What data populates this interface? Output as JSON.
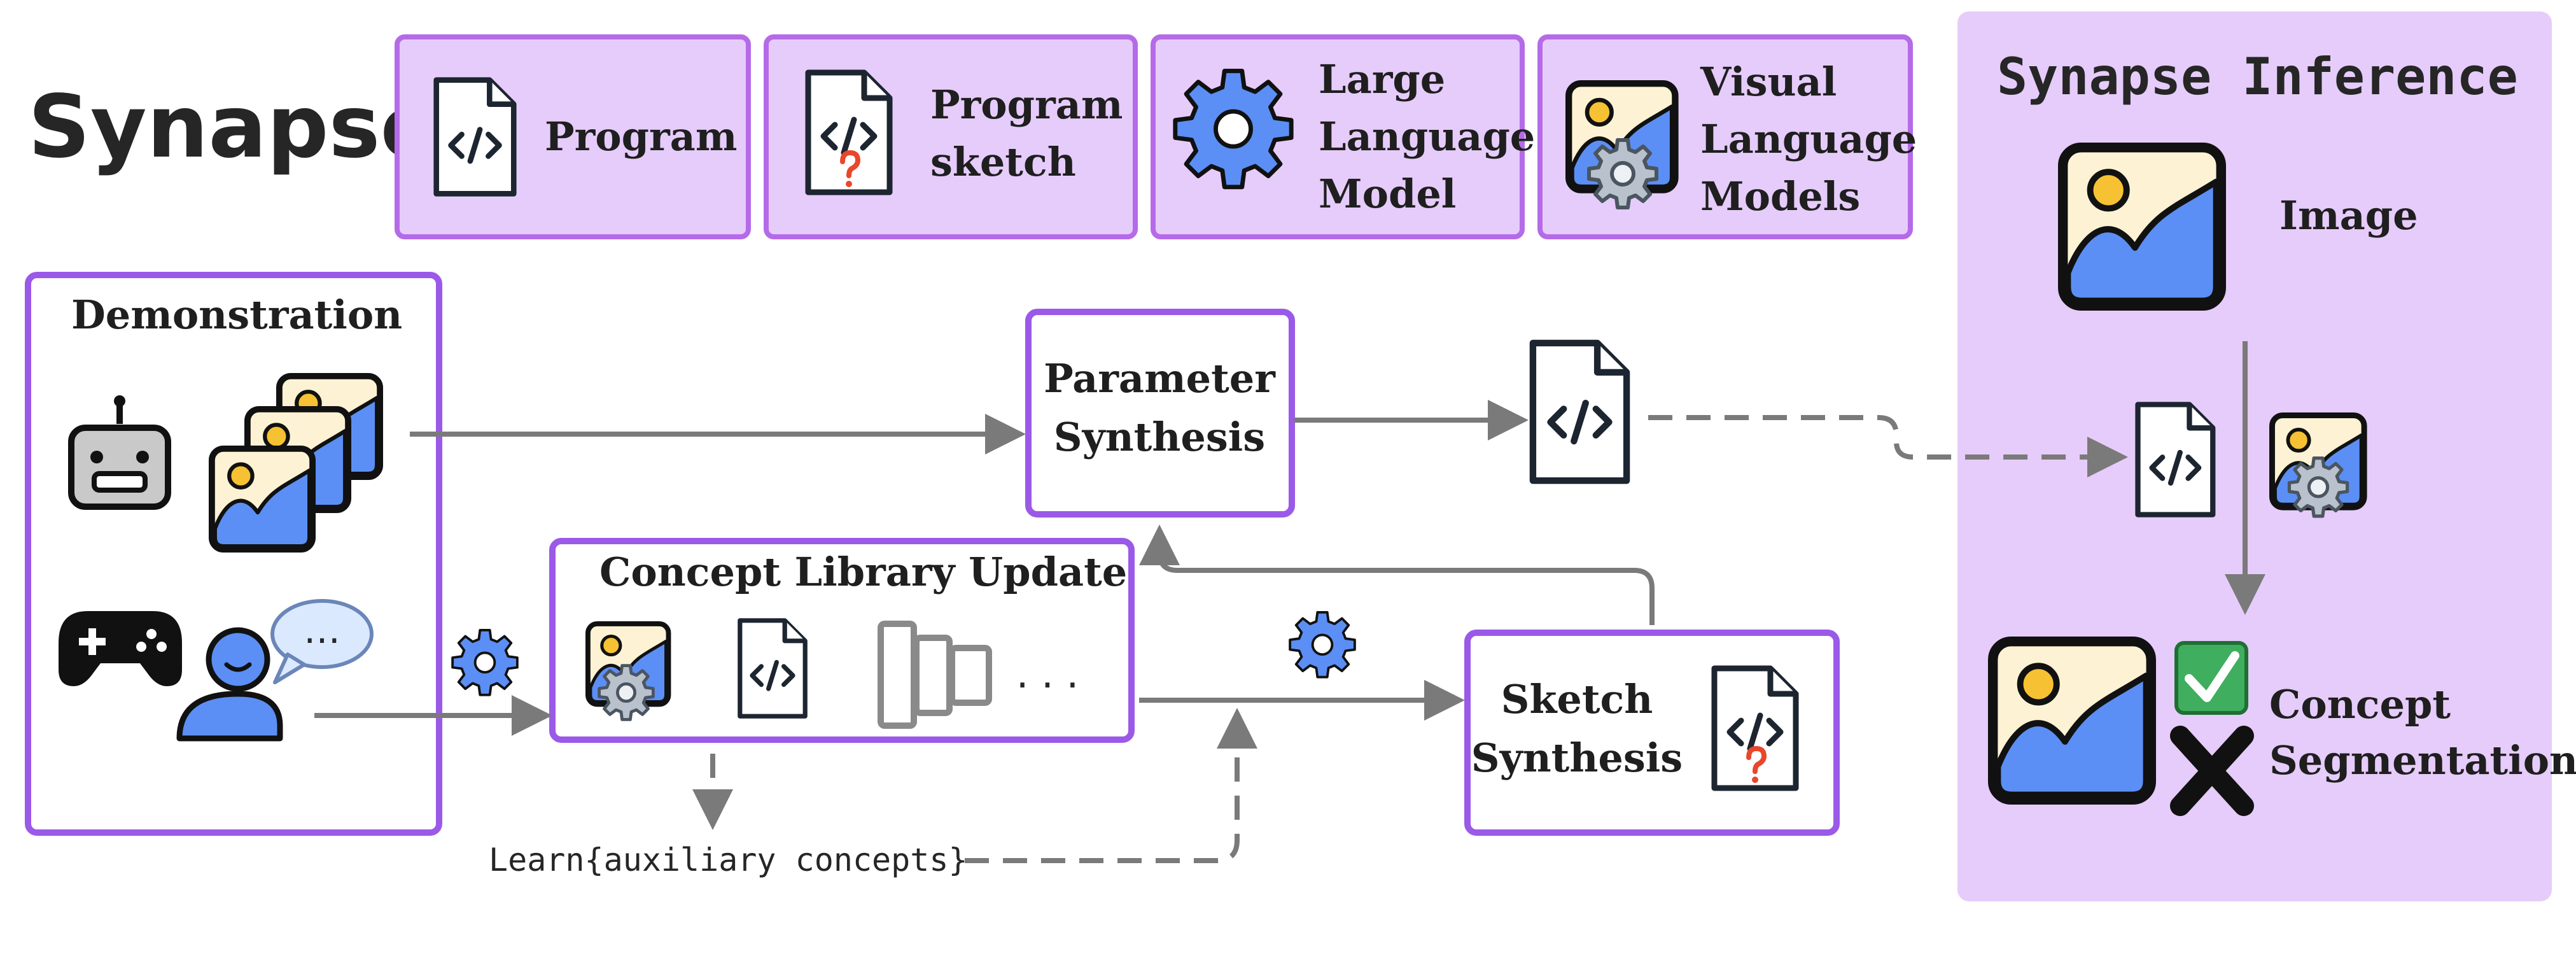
{
  "title": "Synapse",
  "legend": {
    "program": "Program",
    "program_sketch": [
      "Program",
      "sketch"
    ],
    "llm": [
      "Large",
      "Language",
      "Model"
    ],
    "vlm": [
      "Visual",
      "Language",
      "Models"
    ]
  },
  "inference": {
    "heading": "Synapse Inference",
    "image_label": "Image",
    "segmentation_label": [
      "Concept",
      "Segmentation"
    ]
  },
  "demonstration": {
    "heading": "Demonstration"
  },
  "parameter_synthesis": [
    "Parameter",
    "Synthesis"
  ],
  "concept_library": {
    "heading": "Concept Library Update",
    "ellipsis": ". . ."
  },
  "sketch_synthesis": [
    "Sketch",
    "Synthesis"
  ],
  "learn_note": "Learn{auxiliary concepts}",
  "speech_bubble": "…",
  "colors": {
    "panel": "#e6ccfa",
    "node_border": "#9b59e8",
    "arrow": "#7a7a7a",
    "gear": "#5b8ff5",
    "check": "#3fae5e",
    "question": "#e8472b"
  },
  "icons": [
    "program-icon",
    "program-sketch-icon",
    "gear-icon",
    "vlm-icon",
    "image-icon",
    "robot-icon",
    "gamepad-icon",
    "person-icon",
    "speech-bubble-icon",
    "columns-icon",
    "checkmark-icon",
    "cross-icon"
  ]
}
